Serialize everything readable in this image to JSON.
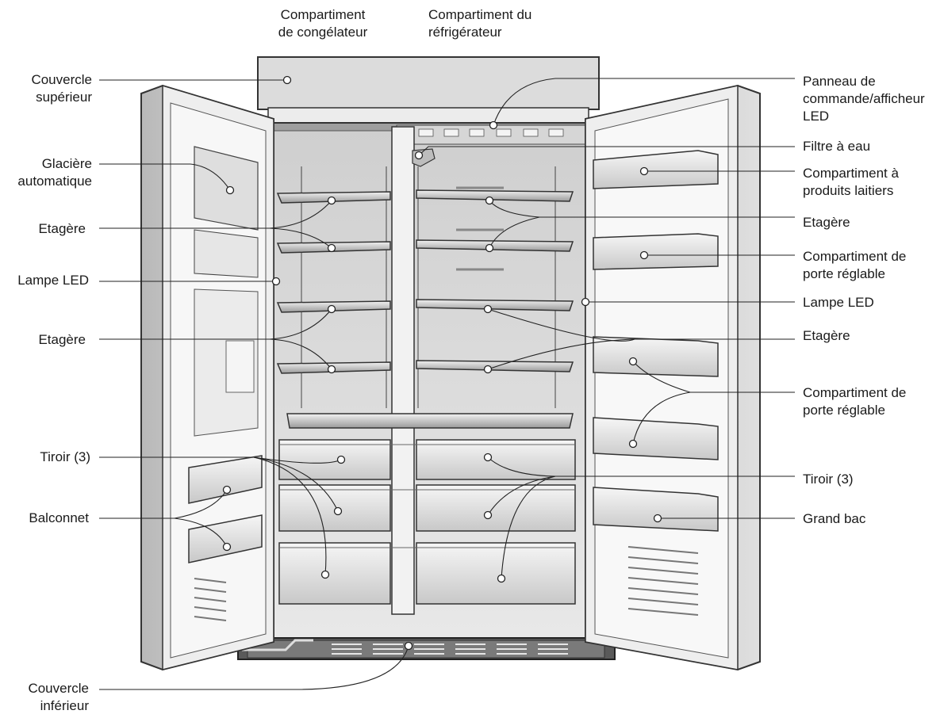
{
  "diagram": {
    "top_labels": {
      "freezer": [
        "Compartiment",
        "de congélateur"
      ],
      "fridge": [
        "Compartiment du",
        "réfrigérateur"
      ]
    },
    "left_labels": {
      "top_cover": [
        "Couvercle",
        "supérieur"
      ],
      "ice_maker": [
        "Glacière",
        "automatique"
      ],
      "shelf_upper": [
        "Etagère"
      ],
      "led_lamp": [
        "Lampe LED"
      ],
      "shelf_lower": [
        "Etagère"
      ],
      "drawer": [
        "Tiroir (3)"
      ],
      "door_bin": [
        "Balconnet"
      ],
      "bottom_cover": [
        "Couvercle",
        "inférieur"
      ]
    },
    "right_labels": {
      "control_panel": [
        "Panneau de",
        "commande/afficheur",
        "LED"
      ],
      "water_filter": [
        "Filtre à eau"
      ],
      "dairy": [
        "Compartiment à",
        "produits laitiers"
      ],
      "shelf_upper": [
        "Etagère"
      ],
      "adjustable_bin_upper": [
        "Compartiment de",
        "porte réglable"
      ],
      "led_lamp": [
        "Lampe LED"
      ],
      "shelf_lower": [
        "Etagère"
      ],
      "adjustable_bin_lower": [
        "Compartiment de",
        "porte réglable"
      ],
      "drawer": [
        "Tiroir (3)"
      ],
      "large_bin": [
        "Grand bac"
      ]
    }
  }
}
